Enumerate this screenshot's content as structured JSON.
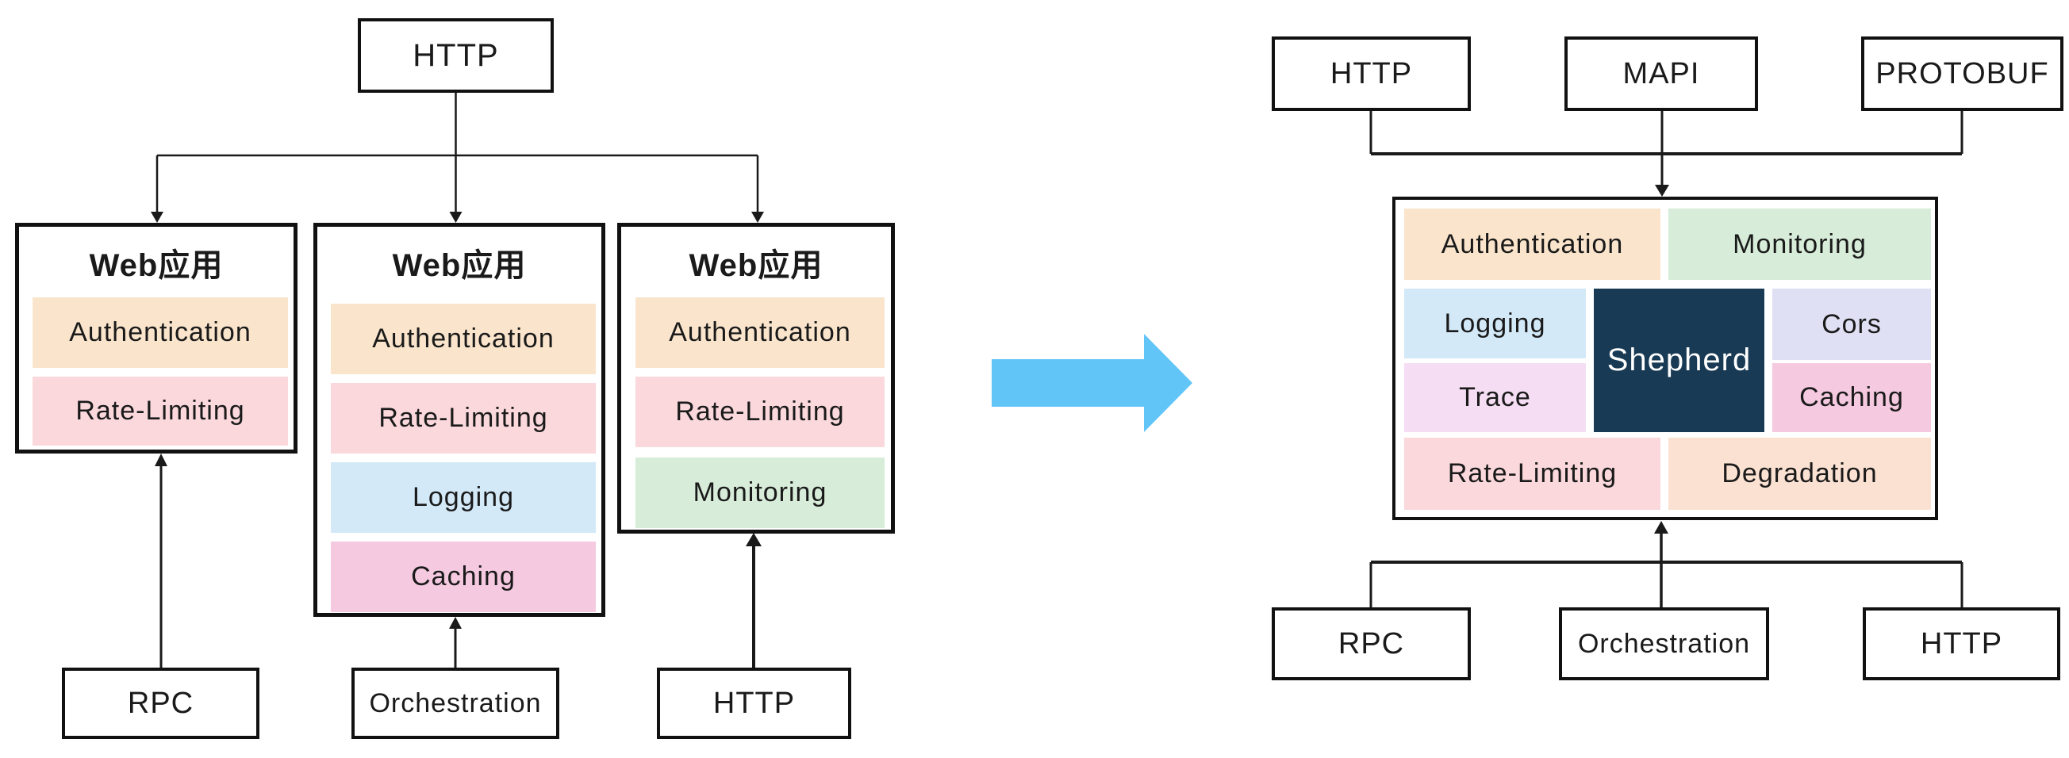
{
  "left": {
    "top_source": {
      "label": "HTTP"
    },
    "apps": [
      {
        "title": "Web应用",
        "middlewares": [
          "Authentication",
          "Rate-Limiting"
        ],
        "source": "RPC"
      },
      {
        "title": "Web应用",
        "middlewares": [
          "Authentication",
          "Rate-Limiting",
          "Logging",
          "Caching"
        ],
        "source": "Orchestration"
      },
      {
        "title": "Web应用",
        "middlewares": [
          "Authentication",
          "Rate-Limiting",
          "Monitoring"
        ],
        "source": "HTTP"
      }
    ]
  },
  "right": {
    "protocols": [
      "HTTP",
      "MAPI",
      "PROTOBUF"
    ],
    "core": {
      "name": "Shepherd",
      "row_top": [
        "Authentication",
        "Monitoring"
      ],
      "col_left": [
        "Logging",
        "Trace"
      ],
      "col_right": [
        "Cors",
        "Caching"
      ],
      "row_bottom": [
        "Rate-Limiting",
        "Degradation"
      ]
    },
    "backends": [
      "RPC",
      "Orchestration",
      "HTTP"
    ]
  },
  "colors": {
    "authentication": "#FAE5CC",
    "rate_limiting": "#FAD8DC",
    "logging": "#D3E9F8",
    "caching": "#F5C9DF",
    "monitoring": "#D7ECD9",
    "trace": "#F5DEF3",
    "cors": "#DFE0F3",
    "degradation": "#FBE1D2",
    "shepherd_bg": "#183A55",
    "shepherd_text": "#FFFFFF",
    "transform_arrow": "#62C5F7",
    "line": "#1A1A1A"
  }
}
